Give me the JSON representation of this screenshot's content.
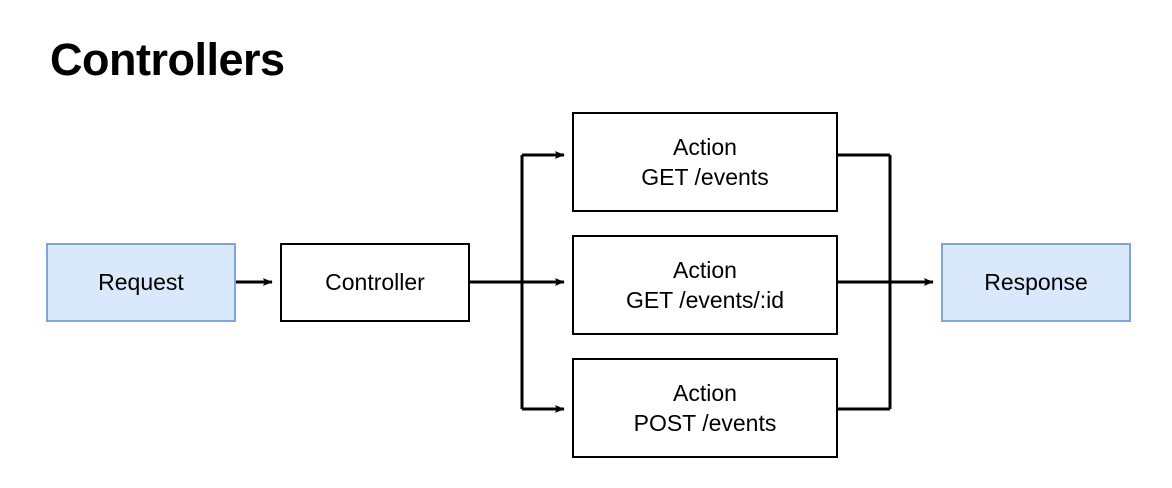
{
  "title": "Controllers",
  "diagram": {
    "type": "flowchart",
    "direction": "left-to-right",
    "colors": {
      "accent_fill": "#dae8fc",
      "accent_stroke": "#7ea6d9",
      "plain_fill": "#ffffff",
      "plain_stroke": "#000000",
      "edge_stroke": "#000000",
      "text": "#000000"
    },
    "nodes": [
      {
        "id": "request",
        "label": "Request",
        "style": "accent"
      },
      {
        "id": "controller",
        "label": "Controller",
        "style": "plain"
      },
      {
        "id": "action0",
        "label": "Action",
        "detail": "GET /events",
        "style": "plain"
      },
      {
        "id": "action1",
        "label": "Action",
        "detail": "GET /events/:id",
        "style": "plain"
      },
      {
        "id": "action2",
        "label": "Action",
        "detail": "POST /events",
        "style": "plain"
      },
      {
        "id": "response",
        "label": "Response",
        "style": "accent"
      }
    ],
    "edges": [
      {
        "from": "request",
        "to": "controller",
        "arrow": true
      },
      {
        "from": "controller",
        "to": "action0",
        "arrow": true
      },
      {
        "from": "controller",
        "to": "action1",
        "arrow": true
      },
      {
        "from": "controller",
        "to": "action2",
        "arrow": true
      },
      {
        "from": "action0",
        "to": "response",
        "arrow": false
      },
      {
        "from": "action1",
        "to": "response",
        "arrow": true
      },
      {
        "from": "action2",
        "to": "response",
        "arrow": false
      }
    ]
  }
}
